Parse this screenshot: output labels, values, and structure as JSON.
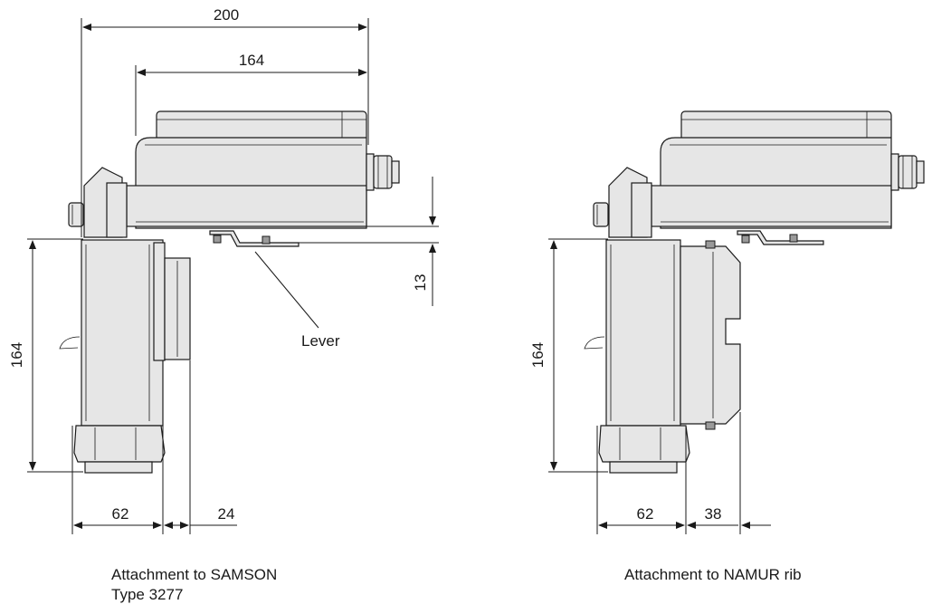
{
  "left_view": {
    "dim_total_width": "200",
    "dim_housing_width": "164",
    "dim_height": "164",
    "dim_lever_offset": "13",
    "dim_base_width": "62",
    "dim_attachment": "24",
    "label_lever": "Lever",
    "caption_line1": "Attachment to SAMSON",
    "caption_line2": "Type 3277"
  },
  "right_view": {
    "dim_height": "164",
    "dim_base_width": "62",
    "dim_attachment": "38",
    "caption": "Attachment to NAMUR rib"
  },
  "colors": {
    "housing_fill": "#e6e6e6",
    "line": "#1a1a1a"
  }
}
